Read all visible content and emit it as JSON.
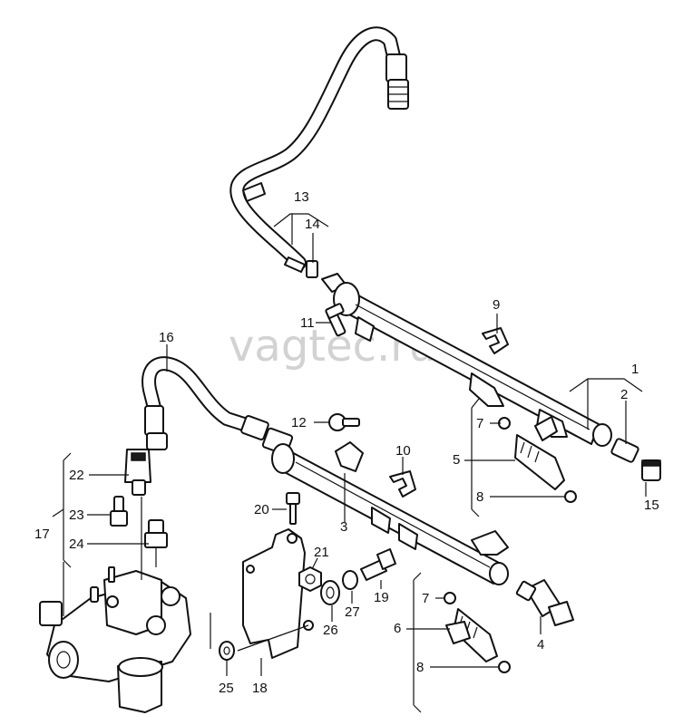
{
  "watermark": "vagtec.ru",
  "callouts": {
    "c1": "1",
    "c2": "2",
    "c3": "3",
    "c4": "4",
    "c5": "5",
    "c6": "6",
    "c7a": "7",
    "c7b": "7",
    "c8a": "8",
    "c8b": "8",
    "c9": "9",
    "c10": "10",
    "c11": "11",
    "c12": "12",
    "c13": "13",
    "c14": "14",
    "c15": "15",
    "c16": "16",
    "c17": "17",
    "c18": "18",
    "c19": "19",
    "c20": "20",
    "c21": "21",
    "c22": "22",
    "c23": "23",
    "c24": "24",
    "c25": "25",
    "c26": "26",
    "c27": "27"
  }
}
